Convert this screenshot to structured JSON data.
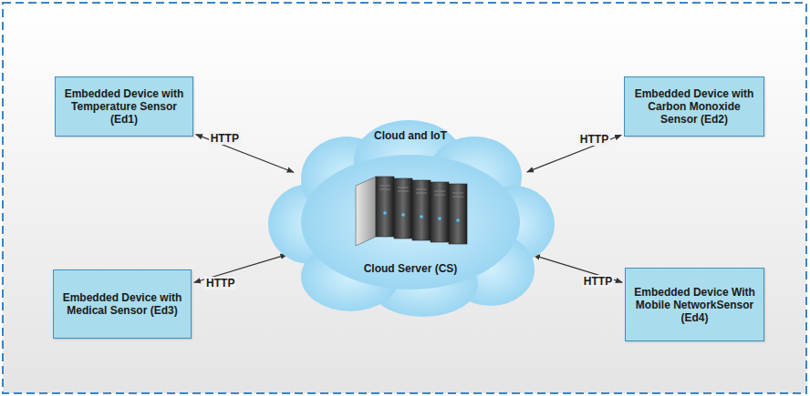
{
  "diagram": {
    "nodes": [
      {
        "text": [
          "Embedded Device with Temperature Sensor (Ed1)"
        ]
      },
      {
        "text": [
          "Embedded Device with Carbon Monoxide Sensor (Ed2)"
        ]
      },
      {
        "text": [
          "Cloud and IoT",
          "Cloud Server (CS)"
        ]
      },
      {
        "text": [
          "Embedded Device with Medical Sensor (Ed3)"
        ]
      },
      {
        "text": [
          "Embedded Device With Mobile NetworkSensor (Ed4)"
        ]
      }
    ],
    "edges": [
      {
        "from": 0,
        "to": 2,
        "arrow": "both",
        "label": "HTTP"
      },
      {
        "from": 1,
        "to": 2,
        "arrow": "both",
        "label": "HTTP"
      },
      {
        "from": 3,
        "to": 2,
        "arrow": "both",
        "label": "HTTP"
      },
      {
        "from": 4,
        "to": 2,
        "arrow": "both",
        "label": "HTTP"
      }
    ]
  }
}
